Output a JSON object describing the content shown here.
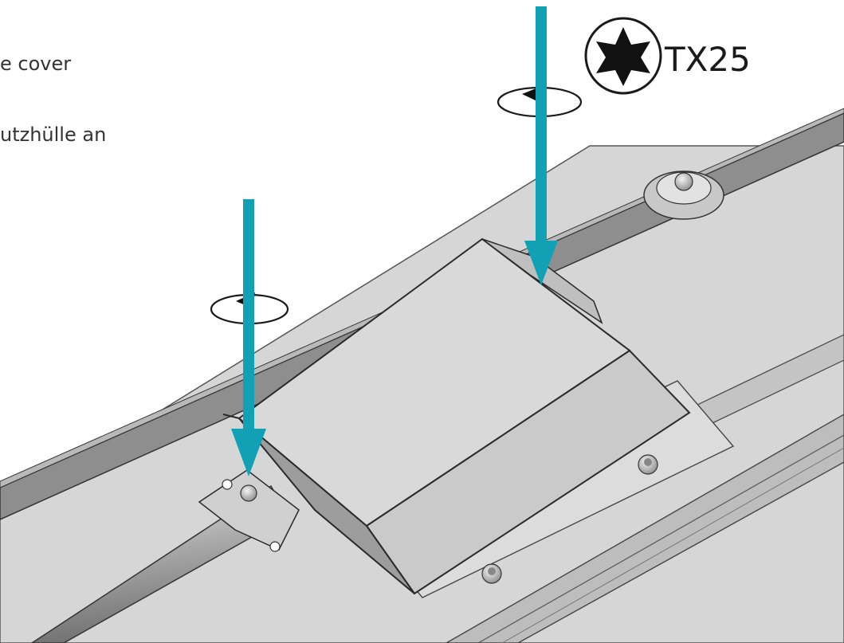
{
  "captions": {
    "line1": "e cover",
    "line2": "utzhülle an"
  },
  "tool": {
    "bit_label": "TX25",
    "bit_icon": "torx-bit-icon"
  },
  "colors": {
    "arrow": "#12a0b4",
    "metal": "#cfcfcf",
    "edge": "#2a2a2a",
    "frame": "#8a8a8a"
  },
  "icons": [
    "torx-bit-icon",
    "rotate-arrow-icon",
    "down-arrow-icon",
    "screw-icon",
    "washer-icon"
  ]
}
